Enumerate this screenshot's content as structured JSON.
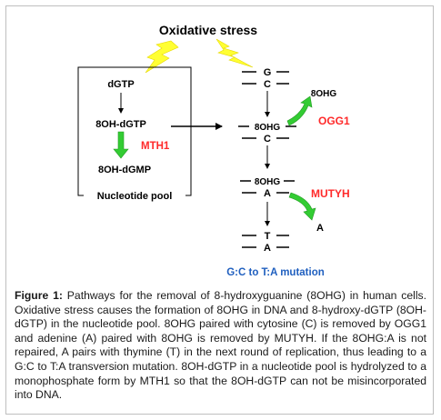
{
  "diagram": {
    "title": "Oxidative stress",
    "pool": {
      "dgtp": "dGTP",
      "oh_dgtp": "8OH-dGTP",
      "mth1": "MTH1",
      "oh_dgmp": "8OH-dGMP",
      "label": "Nucleotide pool"
    },
    "dna": {
      "g": "G",
      "c1": "C",
      "released_8ohg": "8OHG",
      "ogg1": "OGG1",
      "ohg_pair1": "8OHG",
      "c2": "C",
      "ohg_pair2": "8OHG",
      "a1": "A",
      "mutyh": "MUTYH",
      "released_a": "A",
      "t": "T",
      "a2": "A",
      "mutation": "G:C to T:A mutation"
    },
    "colors": {
      "lightning": "#ffff33",
      "green_arrow": "#33cc33",
      "enzyme_red": "#ff2a2a",
      "mutation_blue": "#1f5fbf"
    }
  },
  "caption": {
    "label": "Figure 1:",
    "text": " Pathways for the removal of 8-hydroxyguanine (8OHG) in human cells. Oxidative stress causes the formation of 8OHG in DNA and 8-hydroxy-dGTP (8OH-dGTP) in the nucleotide pool. 8OHG paired with cytosine (C) is removed by OGG1 and adenine (A) paired with 8OHG is removed by MUTYH. If the 8OHG:A is not repaired, A pairs with thymine (T) in the next round of replication, thus leading to a G:C to T:A transversion mutation. 8OH-dGTP in a nucleotide pool is hydrolyzed to a monophosphate form by MTH1 so that the 8OH-dGTP can not be misincorporated into DNA."
  }
}
